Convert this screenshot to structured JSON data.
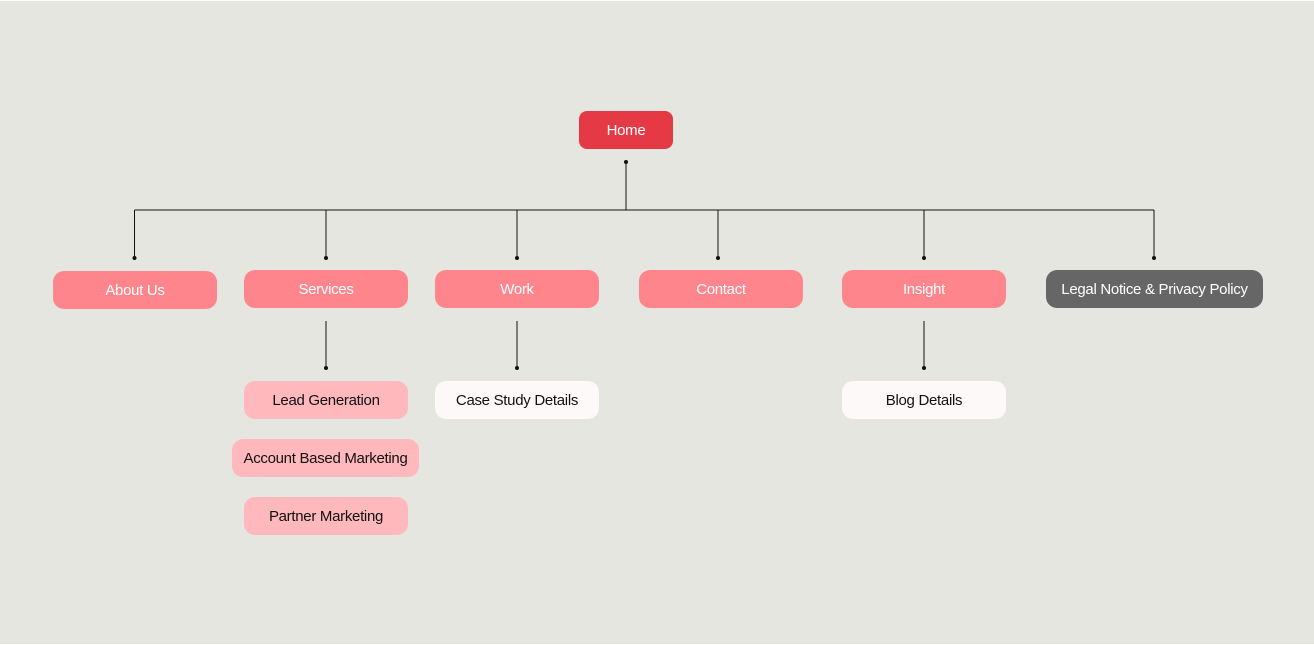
{
  "diagram": {
    "root": {
      "label": "Home",
      "color": "#e63946"
    },
    "pages": [
      {
        "label": "About Us",
        "color": "#ff858d",
        "children": []
      },
      {
        "label": "Services",
        "color": "#ff858d",
        "children": [
          "Lead Generation",
          "Account Based Marketing",
          "Partner Marketing"
        ]
      },
      {
        "label": "Work",
        "color": "#ff858d",
        "children": [
          "Case Study Details"
        ]
      },
      {
        "label": "Contact",
        "color": "#ff858d",
        "children": []
      },
      {
        "label": "Insight",
        "color": "#ff858d",
        "children": [
          "Blog Details"
        ]
      },
      {
        "label": "Legal Notice & Privacy Policy",
        "color": "#666666",
        "children": []
      }
    ],
    "colors": {
      "background": "#e6e6e0",
      "root": "#e63946",
      "primary": "#ff858d",
      "legal": "#666666",
      "sub_page": "#ffb8bc",
      "detail_page": "#fdf9f9",
      "connector": "#111111"
    }
  }
}
